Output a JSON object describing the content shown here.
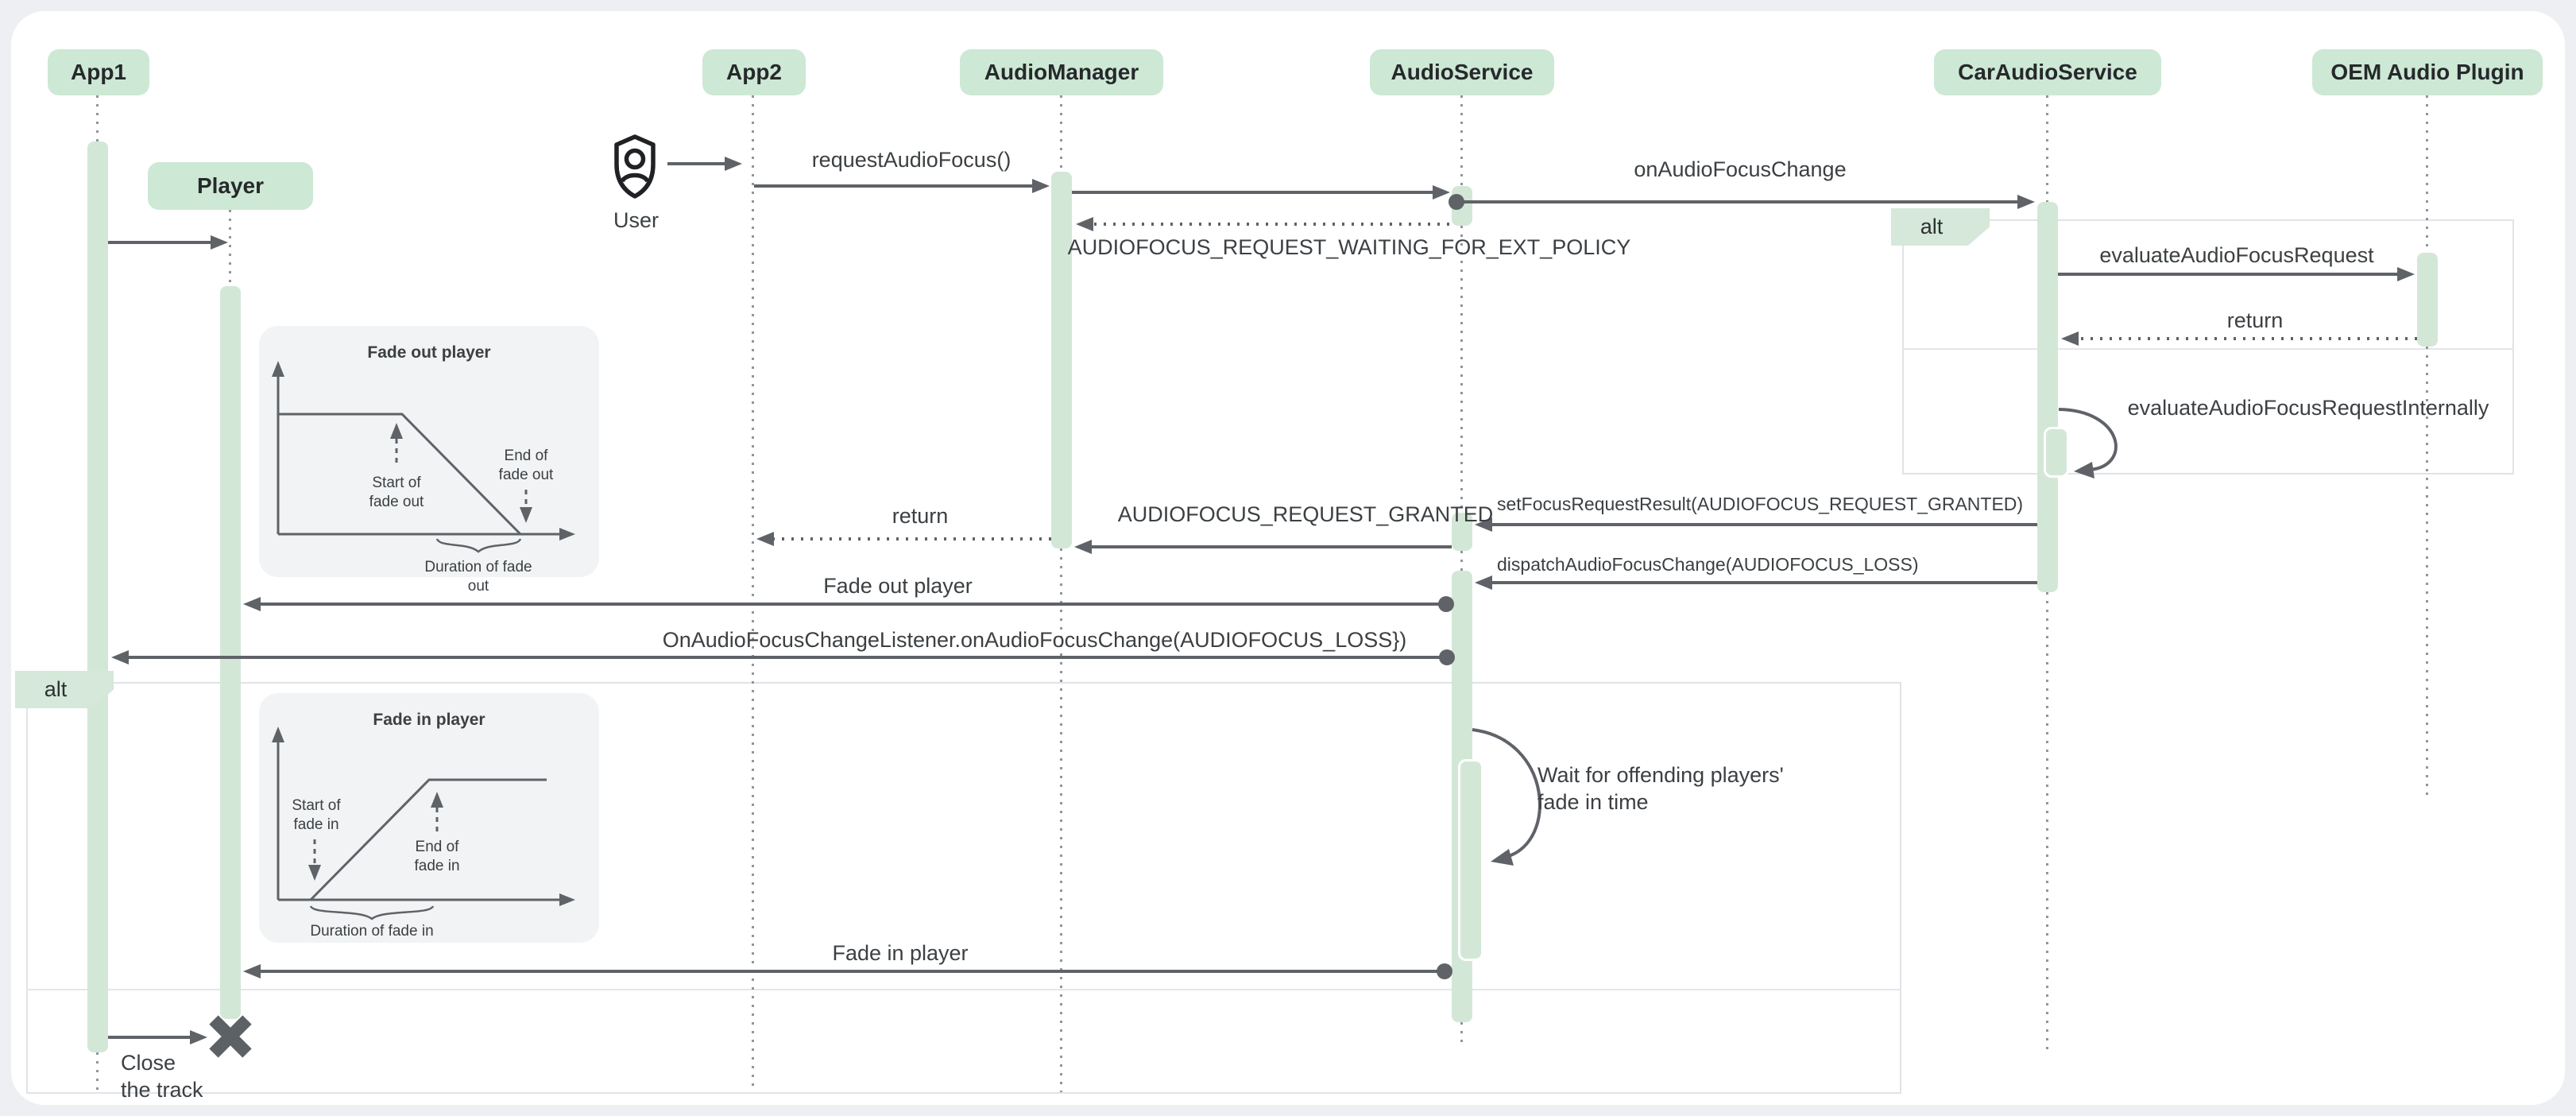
{
  "actors": {
    "app1": "App1",
    "player": "Player",
    "app2": "App2",
    "audio_manager": "AudioManager",
    "audio_service": "AudioService",
    "car_audio_service": "CarAudioService",
    "oem_plugin": "OEM Audio Plugin"
  },
  "user": {
    "label": "User",
    "icon": "shield-person-icon"
  },
  "fragments": {
    "alt_top": {
      "label": "alt"
    },
    "alt_bottom": {
      "label": "alt"
    }
  },
  "messages": {
    "request_audio_focus": "requestAudioFocus()",
    "on_audio_focus_change": "onAudioFocusChange",
    "waiting_ext_policy": "AUDIOFOCUS_REQUEST_WAITING_FOR_EXT_POLICY",
    "evaluate_request": "evaluateAudioFocusRequest",
    "return_oem": "return",
    "evaluate_internally": "evaluateAudioFocusRequestInternally",
    "set_focus_result": "setFocusRequestResult(AUDIOFOCUS_REQUEST_GRANTED)",
    "return_manager": "return",
    "granted": "AUDIOFOCUS_REQUEST_GRANTED",
    "dispatch_loss": "dispatchAudioFocusChange(AUDIOFOCUS_LOSS)",
    "fade_out_player": "Fade out player",
    "focus_listener": "OnAudioFocusChangeListener.onAudioFocusChange(AUDIOFOCUS_LOSS})",
    "wait_offending": "Wait for offending players'\nfade in time",
    "fade_in_player": "Fade in player",
    "close_track": "Close\nthe track"
  },
  "charts": {
    "fade_out": {
      "title": "Fade out player",
      "start": "Start of\nfade out",
      "end": "End of\nfade out",
      "duration": "Duration of fade out"
    },
    "fade_in": {
      "title": "Fade in player",
      "start": "Start of\nfade in",
      "end": "End of\nfade in",
      "duration": "Duration of fade in"
    }
  },
  "icons": {
    "user_icon": "shield-person",
    "destruction_icon": "x-cross"
  },
  "colors": {
    "background": "#edeff2",
    "panel": "#ffffff",
    "actor_fill": "#cde8d4",
    "activation_fill": "#d3e7d7",
    "frame_border": "#e0e3e7",
    "chart_panel": "#f1f3f4",
    "arrow": "#5f6368",
    "lifeline": "#8f969c",
    "text": "#3c4043"
  }
}
